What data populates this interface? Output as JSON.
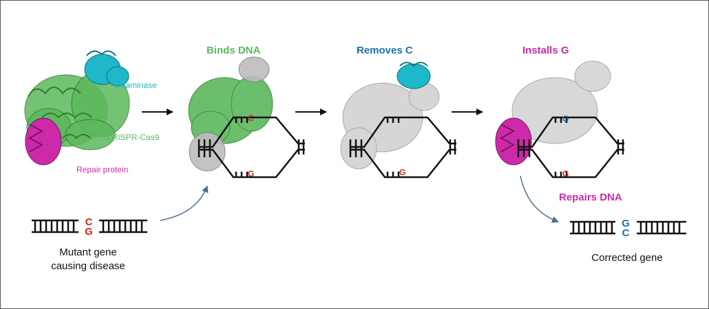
{
  "colors": {
    "green": "#5cb85c",
    "cyan": "#1fb8c8",
    "magenta": "#cc2aa8",
    "blue": "#1a6fb0",
    "red": "#d9231c",
    "grey": "#a8a8a8"
  },
  "parts": {
    "deaminase": "Deaminase",
    "cas9": "CRISPR-Cas9",
    "repair_protein": "Repair protein"
  },
  "steps": {
    "binds": "Binds DNA",
    "removes": "Removes C",
    "installs": "Installs G",
    "repairs": "Repairs DNA"
  },
  "bases": {
    "stage1_top": "C",
    "stage1_bottom": "G",
    "stage2_bottom": "G",
    "stage3_top": "G",
    "stage3_bottom": "G"
  },
  "mutant": {
    "pair": [
      "C",
      "G"
    ],
    "caption_line1": "Mutant gene",
    "caption_line2": "causing disease"
  },
  "corrected": {
    "pair": [
      "G",
      "C"
    ],
    "caption": "Corrected gene"
  }
}
